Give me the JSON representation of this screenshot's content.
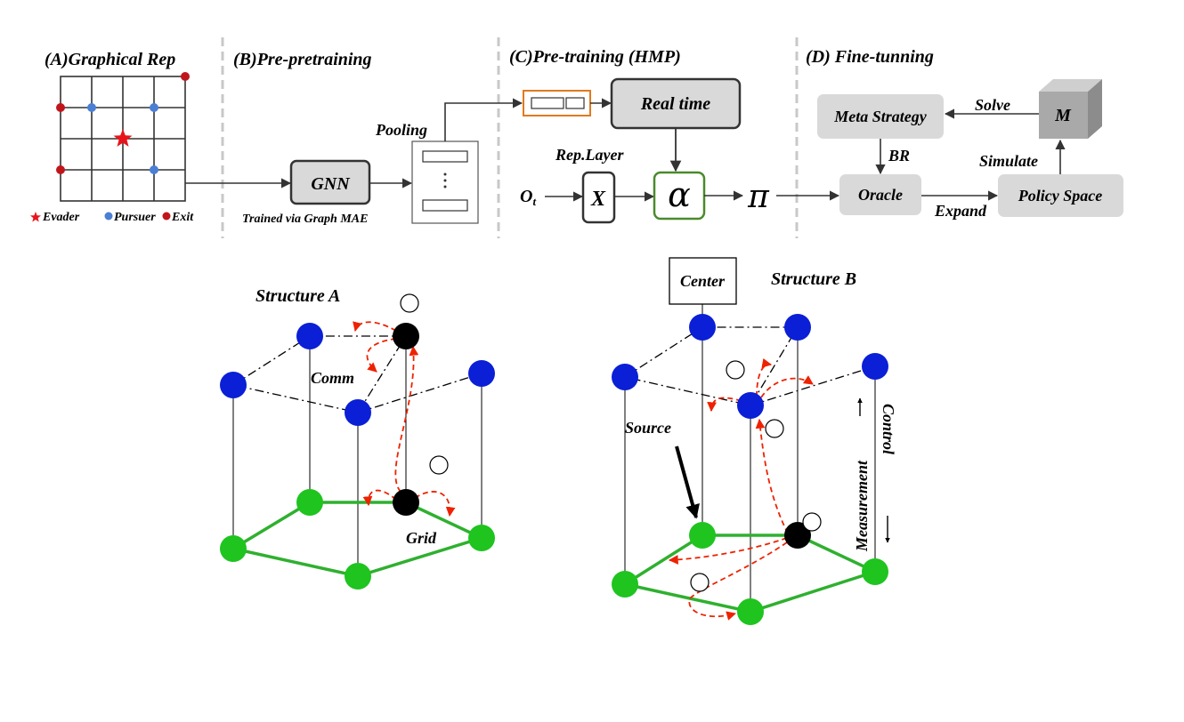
{
  "top": {
    "sections": {
      "a": "(A)Graphical Rep",
      "b": "(B)Pre-pretraining",
      "c": "(C)Pre-training (HMP)",
      "d": "(D) Fine-tunning"
    },
    "legend": {
      "evader": "Evader",
      "pursuer": "Pursuer",
      "exit": "Exit"
    },
    "gnn": "GNN",
    "gnn_caption": "Trained via Graph MAE",
    "pooling": "Pooling",
    "realtime": "Real time",
    "rep_layer": "Rep.Layer",
    "obs": "O",
    "obs_sub": "t",
    "x_box": "X",
    "alpha": "α",
    "pi": "π",
    "meta_strategy": "Meta Strategy",
    "oracle": "Oracle",
    "policy_space": "Policy Space",
    "m_cube": "M",
    "solve": "Solve",
    "br": "BR",
    "simulate": "Simulate",
    "expand": "Expand"
  },
  "structure_a": {
    "title": "Structure A",
    "comm": "Comm",
    "grid": "Grid"
  },
  "structure_b": {
    "title": "Structure B",
    "center": "Center",
    "source": "Source",
    "measurement": "Measurement",
    "control": "Control"
  },
  "colors": {
    "blue_node": "#0a1fd6",
    "green_node": "#1fc41f",
    "green_edge": "#2fb02f",
    "red_arrow": "#ee2200",
    "dark_red": "#c0161b",
    "pursuer": "#4a7fd4",
    "gray_box": "#d9d9d9",
    "orange": "#e07a1f",
    "alpha_green": "#4a8a2c"
  }
}
